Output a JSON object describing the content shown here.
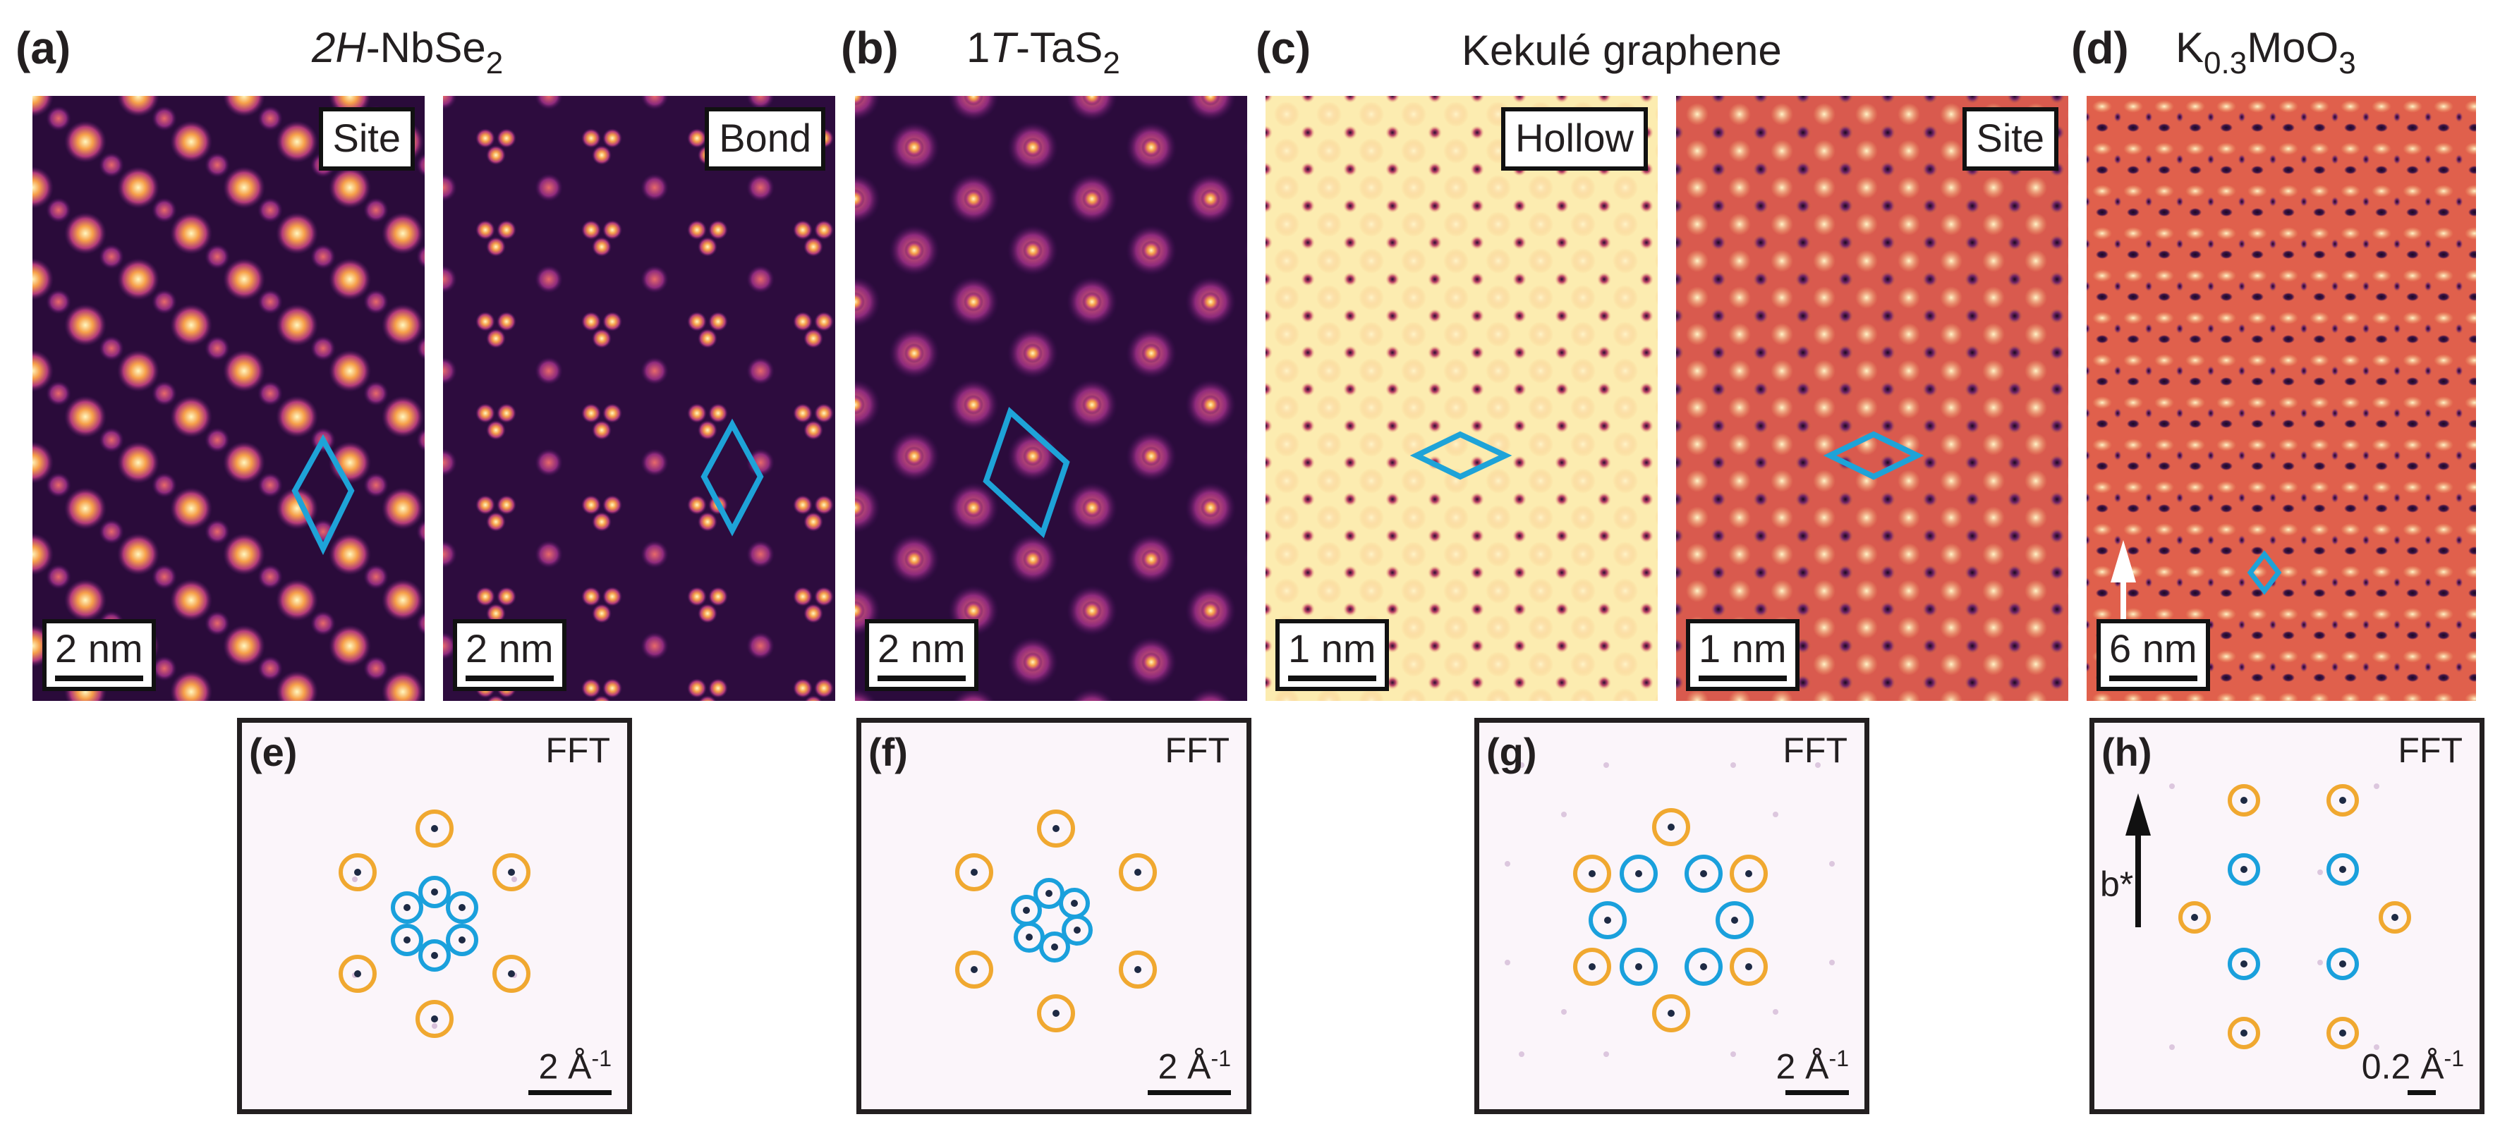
{
  "panel_labels": {
    "a": "(a)",
    "b": "(b)",
    "c": "(c)",
    "d": "(d)",
    "e": "(e)",
    "f": "(f)",
    "g": "(g)",
    "h": "(h)"
  },
  "titles": {
    "a": {
      "italic": "2H",
      "main": "-NbSe",
      "sub": "2"
    },
    "b": {
      "italic": "1T",
      "main": "-TaS",
      "sub": "2"
    },
    "c": {
      "main": "Kekulé graphene"
    },
    "d": {
      "main": "K",
      "sub1": "0.3",
      "mid": "MoO",
      "sub2": "3"
    }
  },
  "image_tags": {
    "a1": "Site",
    "a2": "Bond",
    "c1": "Hollow",
    "c2": "Site"
  },
  "scale_bars": {
    "a1": "2 nm",
    "a2": "2 nm",
    "b": "2 nm",
    "c1": "1 nm",
    "c2": "1 nm",
    "d": "6 nm"
  },
  "fft": {
    "tag": "FFT",
    "scale_e": "2 Å",
    "scale_f": "2 Å",
    "scale_g": "2 Å",
    "scale_h": "0.2 Å",
    "exponent": "-1",
    "axis_label": "b*"
  },
  "colors": {
    "diamond": "#1ea3d8",
    "bragg_ring": "#f0a830",
    "cdw_ring": "#1aa0dc"
  }
}
